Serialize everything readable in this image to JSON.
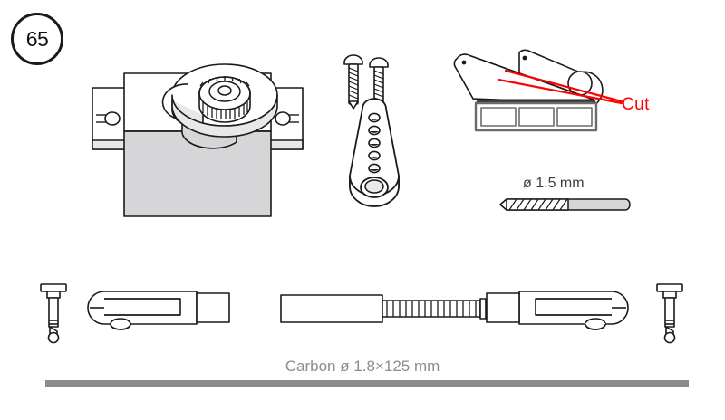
{
  "page": {
    "step_number": "65",
    "background_color": "#ffffff"
  },
  "colors": {
    "outline": "#1a1a1a",
    "body_gray": "#d6d6d8",
    "light_gray": "#e8e8e8",
    "cut_red": "#ff0000",
    "carbon_gray": "#8c8c8c",
    "drill_text": "#3d3d3d"
  },
  "parts": {
    "servo": {
      "name": "servo-motor",
      "has_mounting_tabs": true,
      "mounting_tab_count": 2,
      "output_gear_teeth": 14
    },
    "screws": {
      "name": "self-tapping-screws",
      "count": 2,
      "head_type": "pan-head"
    },
    "servo_horn": {
      "name": "servo-horn",
      "small_hole_count": 5,
      "center_hole": true
    },
    "cut_illustration": {
      "name": "horn-cut-on-block",
      "label": "Cut",
      "block_cells": 3
    },
    "drill_bit": {
      "name": "drill-bit",
      "label": "ø 1.5 mm"
    },
    "pushrod_assembly": {
      "name": "carbon-pushrod-assembly",
      "label": "Carbon ø 1.8×125 mm",
      "pin_count": 2,
      "clevis_count": 2,
      "threaded_rod": true
    }
  },
  "labels": {
    "cut": "Cut",
    "drill_diameter": "ø 1.5 mm",
    "carbon_rod": "Carbon ø 1.8×125 mm"
  }
}
